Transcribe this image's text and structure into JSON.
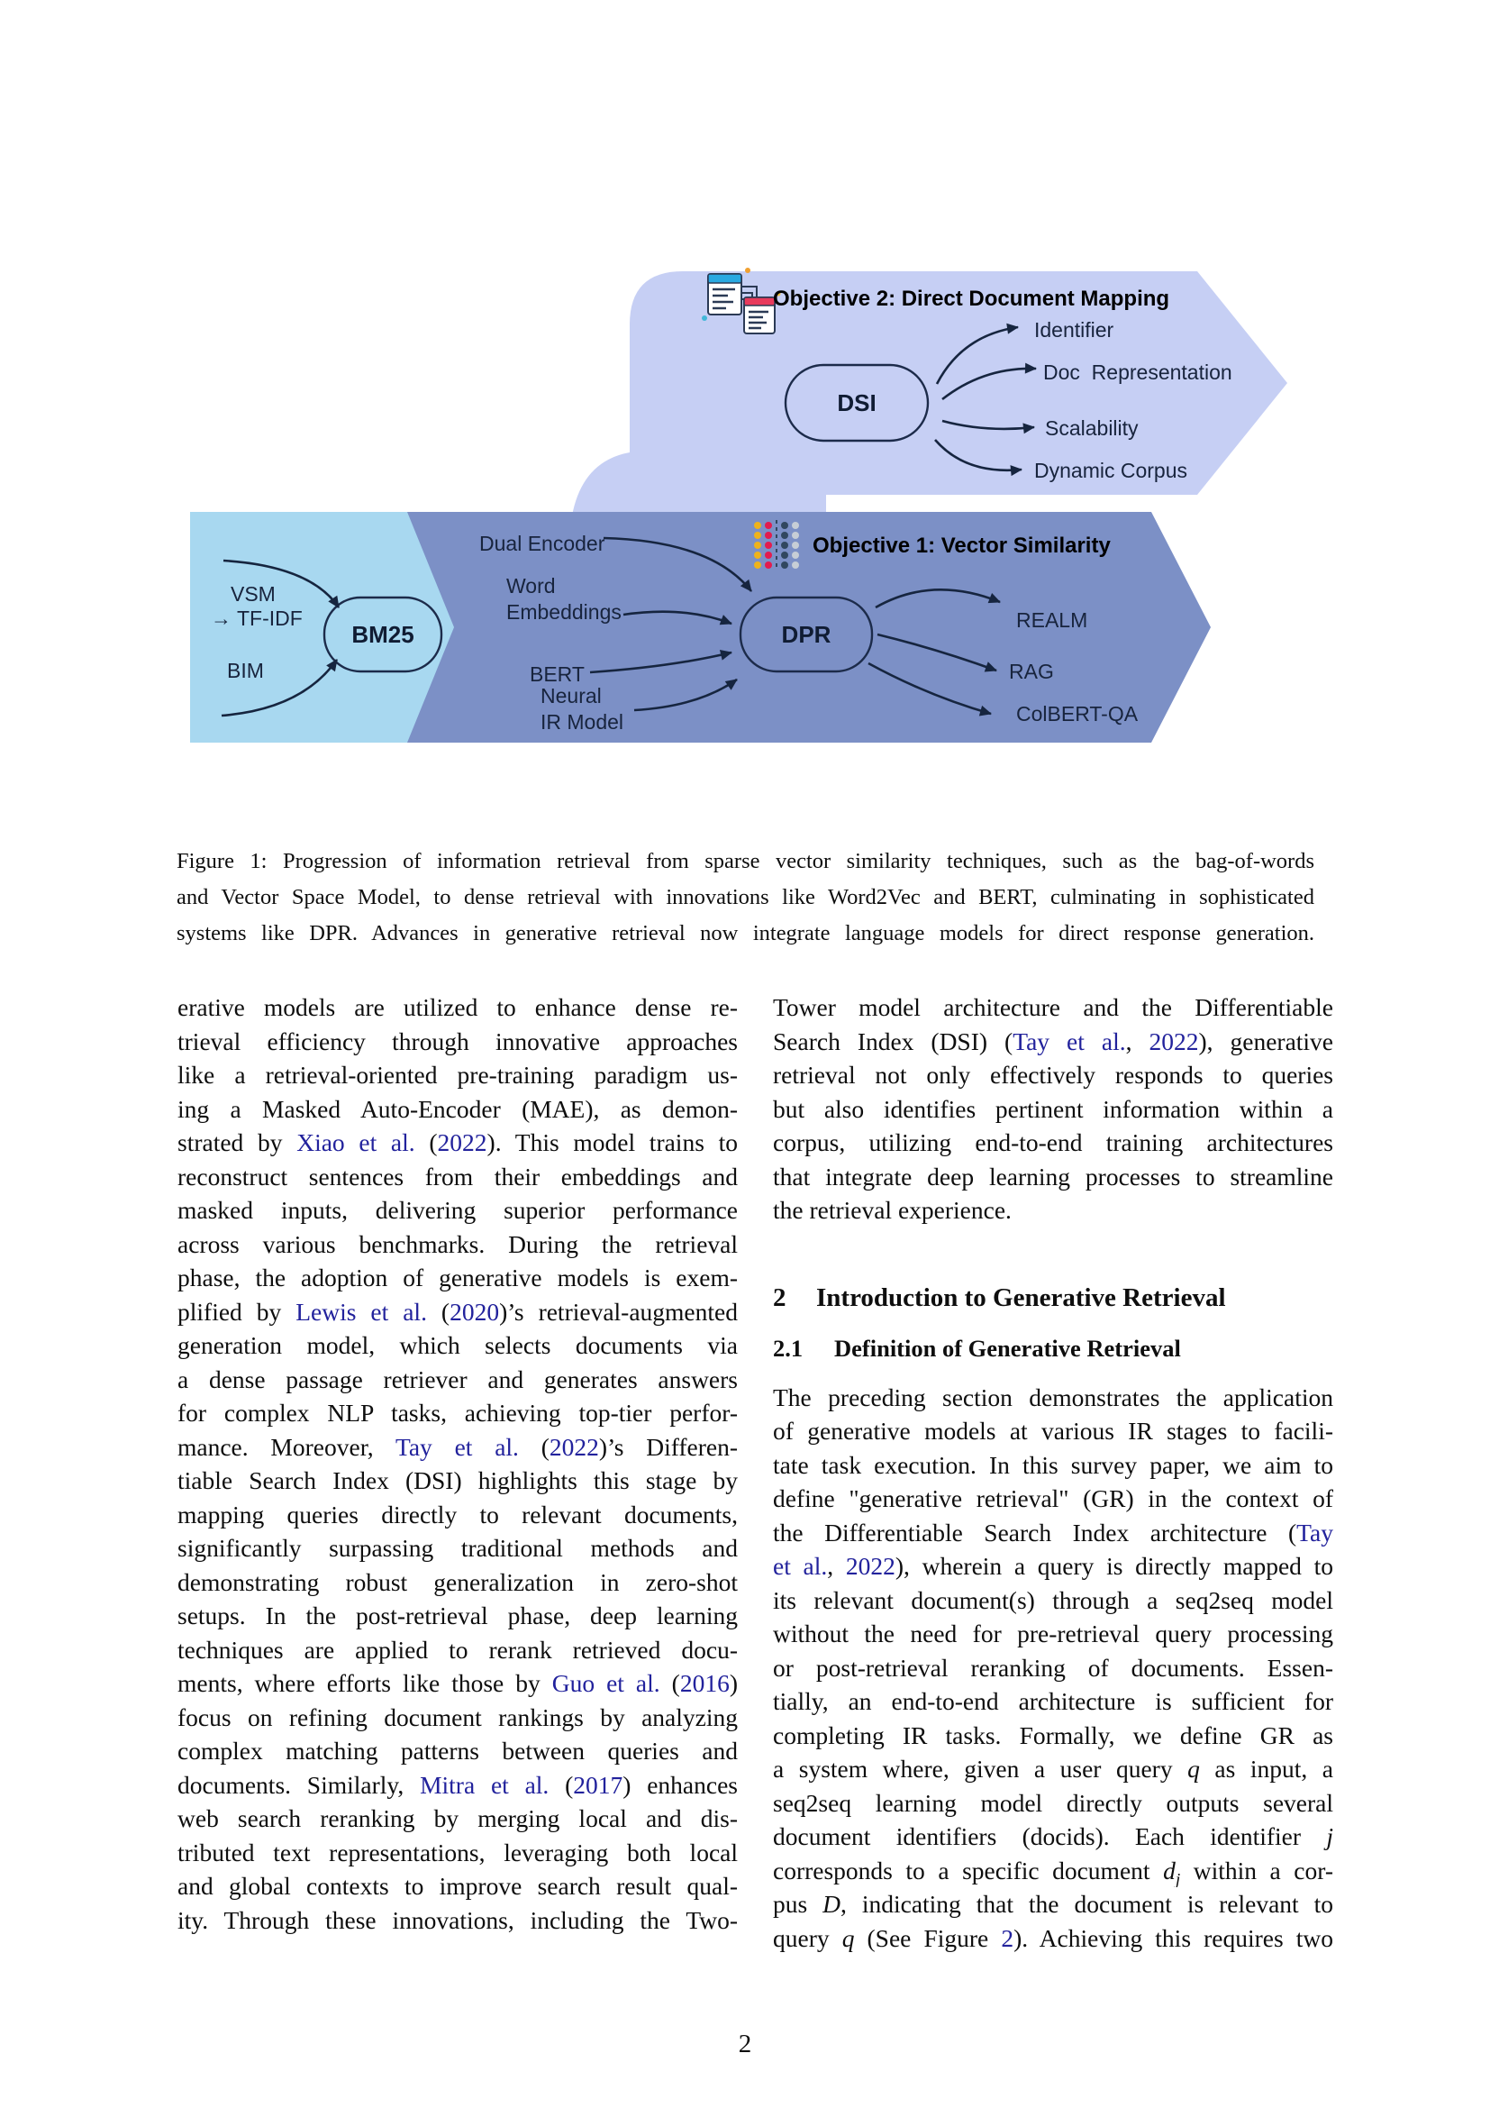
{
  "page": {
    "number": "2"
  },
  "colors": {
    "purple": "#c6cff4",
    "blue": "#7c90c6",
    "lightblue": "#a8d8f0",
    "link": "#22229c",
    "ink": "#16253f",
    "icon_yellow": "#efb31c",
    "icon_red": "#e31b4e",
    "icon_navy": "#31475f",
    "icon_silver": "#c7ced6",
    "icon_skyblue": "#29a9e1",
    "icon_pink": "#e83a5c"
  },
  "figure": {
    "banner2": {
      "title": "Objective 2: Direct Document Mapping",
      "node": "DSI",
      "outputs": [
        "Identifier",
        "Doc  Representation",
        "Scalability",
        "Dynamic Corpus"
      ]
    },
    "banner1": {
      "title": "Objective 1: Vector Similarity",
      "left_labels": [
        "VSM",
        "→ TF-IDF",
        "BIM"
      ],
      "left_node": "BM25",
      "mid_labels": [
        "Dual Encoder",
        "Word\nEmbeddings",
        "BERT",
        "Neural\nIR Model"
      ],
      "node": "DPR",
      "outputs": [
        "REALM",
        "RAG",
        "ColBERT-QA"
      ]
    }
  },
  "caption": {
    "lines": [
      {
        "s": [
          "Figure 1: Progression of information retrieval from sparse vector similarity techniques, such as the bag-of-words"
        ]
      },
      {
        "s": [
          "and Vector Space Model, to dense retrieval with innovations like Word2Vec and BERT, culminating in sophisticated"
        ]
      },
      {
        "s": [
          "systems like DPR. Advances in generative retrieval now integrate language models for direct response generation."
        ]
      }
    ]
  },
  "left_column": {
    "lines": [
      {
        "s": [
          "erative models are utilized to enhance dense re-"
        ]
      },
      {
        "s": [
          "trieval efficiency through innovative approaches"
        ]
      },
      {
        "s": [
          "like a retrieval-oriented pre-training paradigm us-"
        ]
      },
      {
        "s": [
          "ing a Masked Auto-Encoder (MAE), as demon-"
        ]
      },
      {
        "s": [
          "strated by ",
          {
            "t": "Xiao et al.",
            "c": "cite"
          },
          " (",
          {
            "t": "2022",
            "c": "cite"
          },
          "). This model trains to"
        ]
      },
      {
        "s": [
          "reconstruct sentences from their embeddings and"
        ]
      },
      {
        "s": [
          "masked inputs, delivering superior performance"
        ]
      },
      {
        "s": [
          "across various benchmarks. During the retrieval"
        ]
      },
      {
        "s": [
          "phase, the adoption of generative models is exem-"
        ]
      },
      {
        "s": [
          "plified by ",
          {
            "t": "Lewis et al.",
            "c": "cite"
          },
          " (",
          {
            "t": "2020",
            "c": "cite"
          },
          ")’s retrieval-augmented"
        ]
      },
      {
        "s": [
          "generation model, which selects documents via"
        ]
      },
      {
        "s": [
          "a dense passage retriever and generates answers"
        ]
      },
      {
        "s": [
          "for complex NLP tasks, achieving top-tier perfor-"
        ]
      },
      {
        "s": [
          "mance. Moreover, ",
          {
            "t": "Tay et al.",
            "c": "cite"
          },
          " (",
          {
            "t": "2022",
            "c": "cite"
          },
          ")’s Differen-"
        ]
      },
      {
        "s": [
          "tiable Search Index (DSI) highlights this stage by"
        ]
      },
      {
        "s": [
          "mapping queries directly to relevant documents,"
        ]
      },
      {
        "s": [
          "significantly surpassing traditional methods and"
        ]
      },
      {
        "s": [
          "demonstrating robust generalization in zero-shot"
        ]
      },
      {
        "s": [
          "setups. In the post-retrieval phase, deep learning"
        ]
      },
      {
        "s": [
          "techniques are applied to rerank retrieved docu-"
        ]
      },
      {
        "s": [
          "ments, where efforts like those by ",
          {
            "t": "Guo et al.",
            "c": "cite"
          },
          " (",
          {
            "t": "2016",
            "c": "cite"
          },
          ")"
        ]
      },
      {
        "s": [
          "focus on refining document rankings by analyzing"
        ]
      },
      {
        "s": [
          "complex matching patterns between queries and"
        ]
      },
      {
        "s": [
          "documents. Similarly, ",
          {
            "t": "Mitra et al.",
            "c": "cite"
          },
          " (",
          {
            "t": "2017",
            "c": "cite"
          },
          ") enhances"
        ]
      },
      {
        "s": [
          "web search reranking by merging local and dis-"
        ]
      },
      {
        "s": [
          "tributed text representations, leveraging both local"
        ]
      },
      {
        "s": [
          "and global contexts to improve search result qual-"
        ]
      },
      {
        "s": [
          "ity. Through these innovations, including the Two-"
        ]
      }
    ]
  },
  "right_column": {
    "para1": [
      {
        "s": [
          "Tower model architecture and the Differentiable"
        ]
      },
      {
        "s": [
          "Search Index (DSI) (",
          {
            "t": "Tay et al.",
            "c": "cite"
          },
          ", ",
          {
            "t": "2022",
            "c": "cite"
          },
          "), generative"
        ]
      },
      {
        "s": [
          "retrieval not only effectively responds to queries"
        ]
      },
      {
        "s": [
          "but also identifies pertinent information within a"
        ]
      },
      {
        "s": [
          "corpus, utilizing end-to-end training architectures"
        ]
      },
      {
        "s": [
          "that integrate deep learning processes to streamline"
        ]
      },
      {
        "s": [
          "the retrieval experience."
        ],
        "nj": true
      }
    ],
    "heading": {
      "number": "2",
      "title": "Introduction to Generative Retrieval"
    },
    "subheading": {
      "number": "2.1",
      "title": "Definition of Generative Retrieval"
    },
    "para2": [
      {
        "s": [
          "The preceding section demonstrates the application"
        ]
      },
      {
        "s": [
          "of generative models at various IR stages to facili-"
        ]
      },
      {
        "s": [
          "tate task execution. In this survey paper, we aim to"
        ]
      },
      {
        "s": [
          "define \"generative retrieval\" (GR) in the context of"
        ]
      },
      {
        "s": [
          "the Differentiable Search Index architecture (",
          {
            "t": "Tay",
            "c": "cite"
          }
        ]
      },
      {
        "s": [
          {
            "t": "et al.",
            "c": "cite"
          },
          ", ",
          {
            "t": "2022",
            "c": "cite"
          },
          "), wherein a query is directly mapped to"
        ]
      },
      {
        "s": [
          "its relevant document(s) through a seq2seq model"
        ]
      },
      {
        "s": [
          "without the need for pre-retrieval query processing"
        ]
      },
      {
        "s": [
          "or post-retrieval reranking of documents. Essen-"
        ]
      },
      {
        "s": [
          "tially, an end-to-end architecture is sufficient for"
        ]
      },
      {
        "s": [
          "completing IR tasks. Formally, we define GR as"
        ]
      },
      {
        "s": [
          "a system where, given a user query ",
          {
            "t": "q",
            "c": "m"
          },
          " as input, a"
        ]
      },
      {
        "s": [
          "seq2seq learning model directly outputs several"
        ]
      },
      {
        "s": [
          "document identifiers (docids). Each identifier ",
          {
            "t": "j",
            "c": "m"
          }
        ]
      },
      {
        "s": [
          "corresponds to a specific document ",
          {
            "t": "d",
            "c": "m"
          },
          {
            "t": "j",
            "c": "ms"
          },
          " within a cor-"
        ]
      },
      {
        "s": [
          "pus ",
          {
            "t": "D",
            "c": "m"
          },
          ", indicating that the document is relevant to"
        ]
      },
      {
        "s": [
          "query ",
          {
            "t": "q",
            "c": "m"
          },
          " (See Figure ",
          {
            "t": "2",
            "c": "cite"
          },
          "). Achieving this requires two"
        ]
      }
    ]
  }
}
